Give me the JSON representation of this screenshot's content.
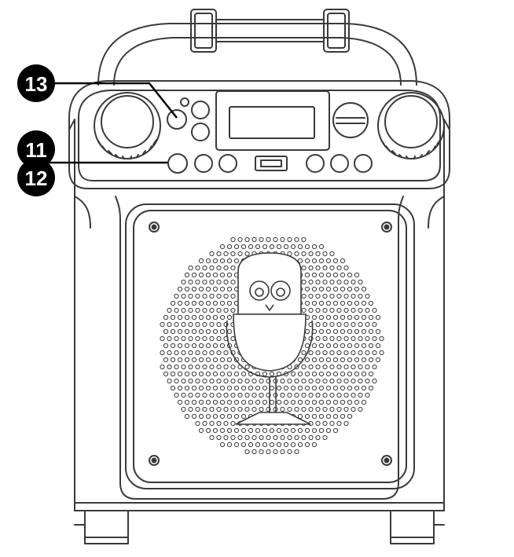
{
  "callouts": [
    {
      "id": "c13",
      "label": "13"
    },
    {
      "id": "c11",
      "label": "11"
    },
    {
      "id": "c12",
      "label": "12"
    }
  ],
  "colors": {
    "line": "#3a3a3a",
    "callout_fill": "#000000",
    "callout_text": "#ffffff",
    "background": "#ffffff"
  },
  "speaker": {
    "grille_pattern": "dot-grid",
    "centre_motif": "owl-microphone"
  }
}
